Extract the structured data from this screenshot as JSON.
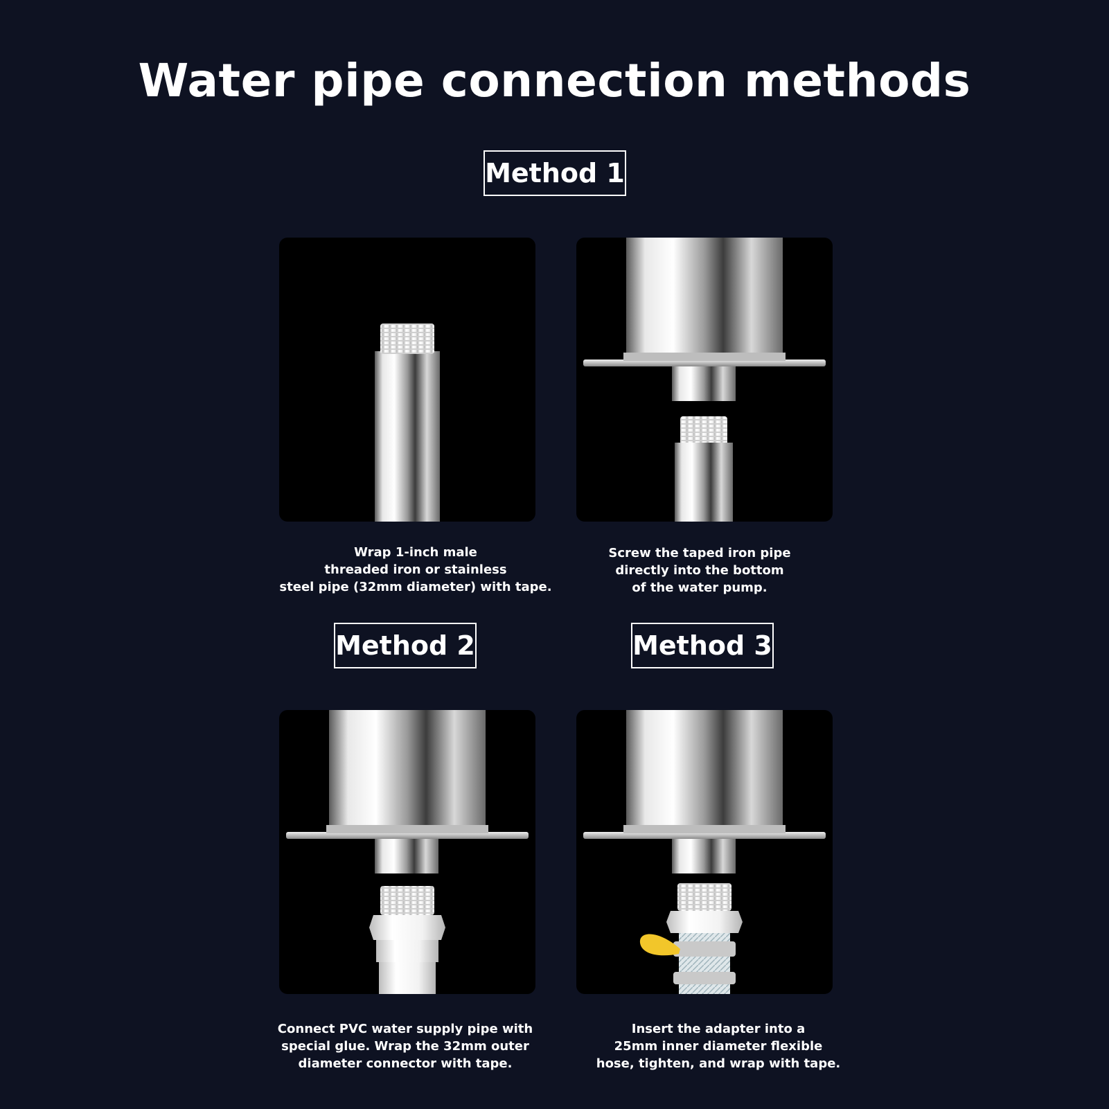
{
  "title": "Water pipe connection methods",
  "methods": [
    {
      "label": "Method 1"
    },
    {
      "label": "Method 2"
    },
    {
      "label": "Method 3"
    }
  ],
  "captions": {
    "method1_step1": [
      "Wrap 1-inch male",
      "threaded iron or stainless",
      "steel pipe (32mm diameter) with tape."
    ],
    "method1_step2": [
      "Screw the taped iron pipe",
      "directly into the bottom",
      "of the water pump."
    ],
    "method2": [
      "Connect PVC water supply pipe with",
      "special glue. Wrap the 32mm outer",
      "diameter connector with tape."
    ],
    "method3": [
      "Insert the adapter into a",
      "25mm inner diameter flexible",
      "hose, tighten, and wrap with tape."
    ]
  },
  "colors": {
    "background": "#0e1222",
    "photo_bg": "#000000",
    "text": "#ffffff",
    "valve_handle": "#f2c62a"
  },
  "icons": {
    "threaded_pipe": "threaded-steel-pipe-image",
    "pump_bottom": "pump-bottom-image",
    "pvc_connector": "pvc-connector-image",
    "hose_adapter": "hose-adapter-image"
  }
}
